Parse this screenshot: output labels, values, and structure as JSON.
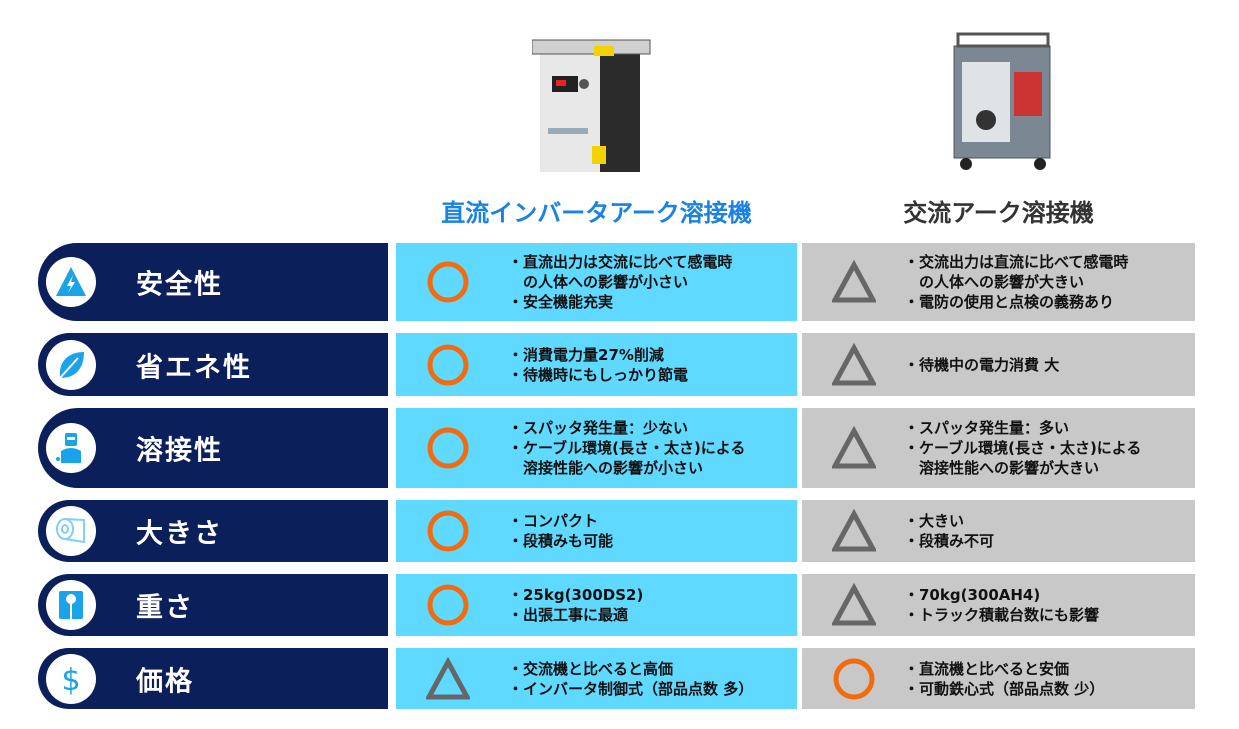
{
  "columns": [
    {
      "title": "直流インバータアーク溶接機",
      "color": "#1a82e2"
    },
    {
      "title": "交流アーク溶接機",
      "color": "#333333"
    }
  ],
  "colors": {
    "label_bg": "#0b1f5a",
    "dc_bg": "#5fd9ff",
    "ac_bg": "#c8c8c8",
    "circle": "#f26b0f",
    "triangle": "#666666"
  },
  "rows": [
    {
      "label": "安全性",
      "icon": "high-voltage-icon",
      "dc": {
        "mark": "circle",
        "notes": [
          "・直流出力は交流に比べて感電時",
          "　の人体への影響が小さい",
          "・安全機能充実"
        ]
      },
      "ac": {
        "mark": "triangle",
        "notes": [
          "・交流出力は直流に比べて感電時",
          "　の人体への影響が大きい",
          "・電防の使用と点検の義務あり"
        ]
      }
    },
    {
      "label": "省エネ性",
      "icon": "leaf-icon",
      "dc": {
        "mark": "circle",
        "notes": [
          "・消費電力量27%削減",
          "・待機時にもしっかり節電"
        ]
      },
      "ac": {
        "mark": "triangle",
        "notes": [
          "・待機中の電力消費 大"
        ]
      }
    },
    {
      "label": "溶接性",
      "icon": "welder-icon",
      "dc": {
        "mark": "circle",
        "notes": [
          "・スパッタ発生量：少ない",
          "・ケーブル環境(長さ・太さ)による",
          "　溶接性能への影響が小さい"
        ]
      },
      "ac": {
        "mark": "triangle",
        "notes": [
          "・スパッタ発生量：多い",
          "・ケーブル環境(長さ・太さ)による",
          "　溶接性能への影響が大きい"
        ]
      }
    },
    {
      "label": "大きさ",
      "icon": "tape-measure-icon",
      "dc": {
        "mark": "circle",
        "notes": [
          "・コンパクト",
          "・段積みも可能"
        ]
      },
      "ac": {
        "mark": "triangle",
        "notes": [
          "・大きい",
          "・段積み不可"
        ]
      }
    },
    {
      "label": "重さ",
      "icon": "scale-icon",
      "dc": {
        "mark": "circle",
        "notes": [
          "・25kg(300DS2)",
          "・出張工事に最適"
        ]
      },
      "ac": {
        "mark": "triangle",
        "notes": [
          "・70kg(300AH4)",
          "・トラック積載台数にも影響"
        ]
      }
    },
    {
      "label": "価格",
      "icon": "dollar-icon",
      "dc": {
        "mark": "triangle",
        "notes": [
          "・交流機と比べると高価",
          "・インバータ制御式（部品点数 多）"
        ]
      },
      "ac": {
        "mark": "circle",
        "notes": [
          "・直流機と比べると安価",
          "・可動鉄心式（部品点数 少）"
        ]
      }
    }
  ]
}
